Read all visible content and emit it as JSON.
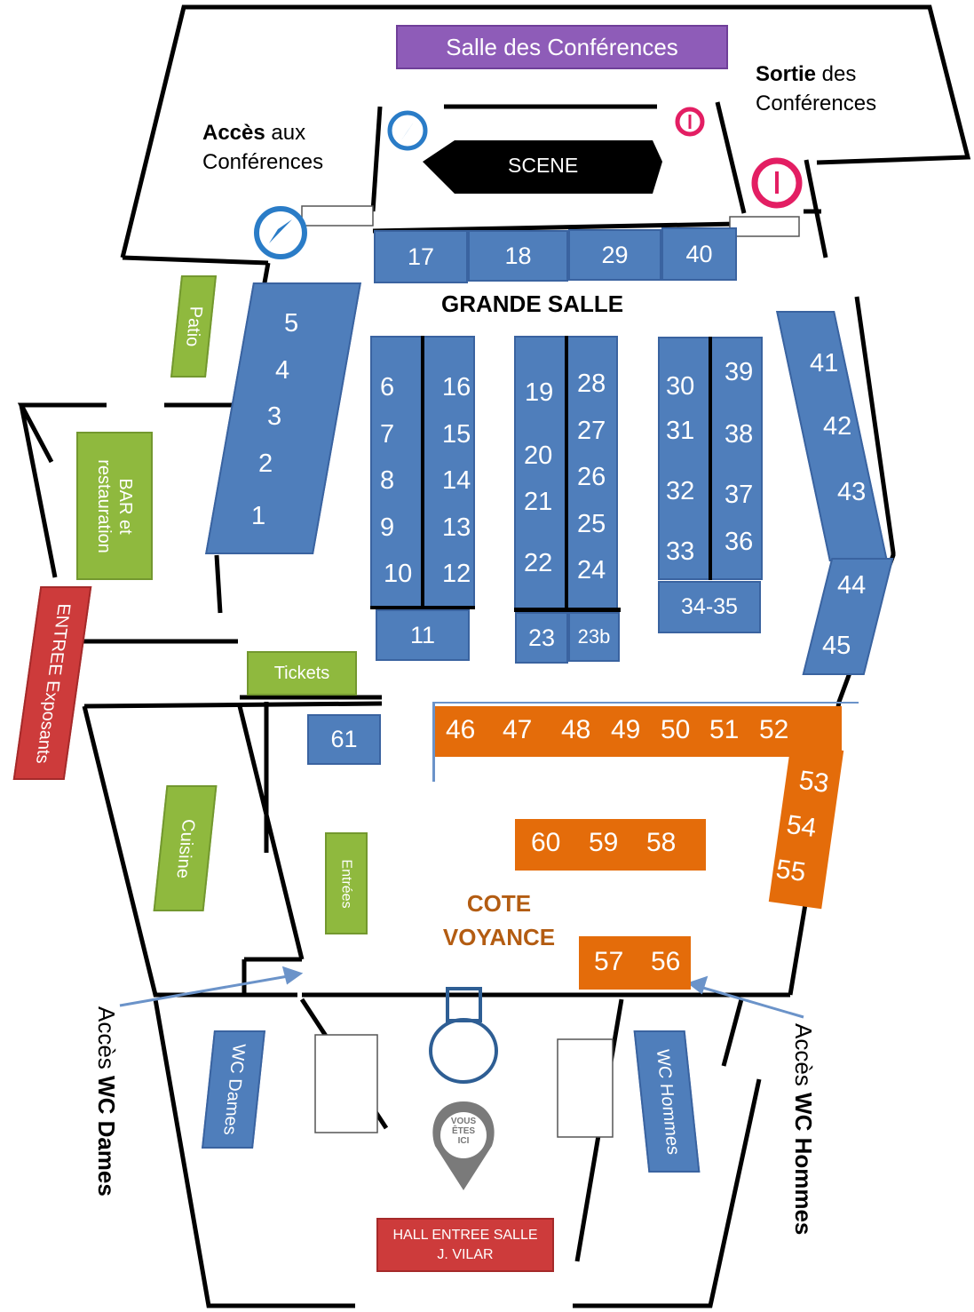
{
  "title_rooms": {
    "conferences": "Salle des Conférences",
    "scene": "SCENE",
    "grande_salle": "GRANDE SALLE",
    "cote_voyance_1": "COTE",
    "cote_voyance_2": "VOYANCE",
    "hall": "HALL ENTREE SALLE",
    "hall2": "J. VILAR"
  },
  "annotations": {
    "acces_conf_bold": "Accès",
    "acces_conf_rest": " aux",
    "acces_conf_line2": "Conférences",
    "sortie_conf_bold": "Sortie",
    "sortie_conf_rest": " des",
    "sortie_conf_line2": "Conférences",
    "acces_wc_dames_pre": "Accès ",
    "acces_wc_dames_bold": "WC Dames",
    "acces_wc_hommes_pre": "Accès ",
    "acces_wc_hommes_bold": "WC Hommes",
    "vous_etes_ici_1": "VOUS",
    "vous_etes_ici_2": "ÊTES",
    "vous_etes_ici_3": "ICI"
  },
  "green_rooms": {
    "patio": "Patio",
    "bar1": "BAR et",
    "bar2": "restauration",
    "tickets": "Tickets",
    "cuisine": "Cuisine",
    "entrees": "Entrées"
  },
  "red_rooms": {
    "entree_exposants": "ENTREE Exposants"
  },
  "wc": {
    "dames": "WC Dames",
    "hommes": "WC Hommes"
  },
  "stands": {
    "s17": "17",
    "s18": "18",
    "s29": "29",
    "s40": "40",
    "s5": "5",
    "s4": "4",
    "s3": "3",
    "s2": "2",
    "s1": "1",
    "s6": "6",
    "s7": "7",
    "s8": "8",
    "s9": "9",
    "s10": "10",
    "s16": "16",
    "s15": "15",
    "s14": "14",
    "s13": "13",
    "s12": "12",
    "s11": "11",
    "s19": "19",
    "s20": "20",
    "s21": "21",
    "s22": "22",
    "s28": "28",
    "s27": "27",
    "s26": "26",
    "s25": "25",
    "s24": "24",
    "s23": "23",
    "s23b": "23b",
    "s30": "30",
    "s31": "31",
    "s32": "32",
    "s33": "33",
    "s39": "39",
    "s38": "38",
    "s37": "37",
    "s36": "36",
    "s3435": "34-35",
    "s41": "41",
    "s42": "42",
    "s43": "43",
    "s44": "44",
    "s45": "45",
    "s61": "61",
    "s46": "46",
    "s47": "47",
    "s48": "48",
    "s49": "49",
    "s50": "50",
    "s51": "51",
    "s52": "52",
    "s53": "53",
    "s54": "54",
    "s55": "55",
    "s60": "60",
    "s59": "59",
    "s58": "58",
    "s57": "57",
    "s56": "56"
  },
  "colors": {
    "stand_blue": "#4f7ebb",
    "stand_orange": "#e46c0a",
    "room_green": "#8fb93e",
    "entrance_red": "#cd3b3b",
    "conference_purple": "#8e5cb8",
    "cote_voyance_text": "#b35c12",
    "arrow_blue": "#2a7cc7",
    "exit_pink": "#e31e63"
  }
}
